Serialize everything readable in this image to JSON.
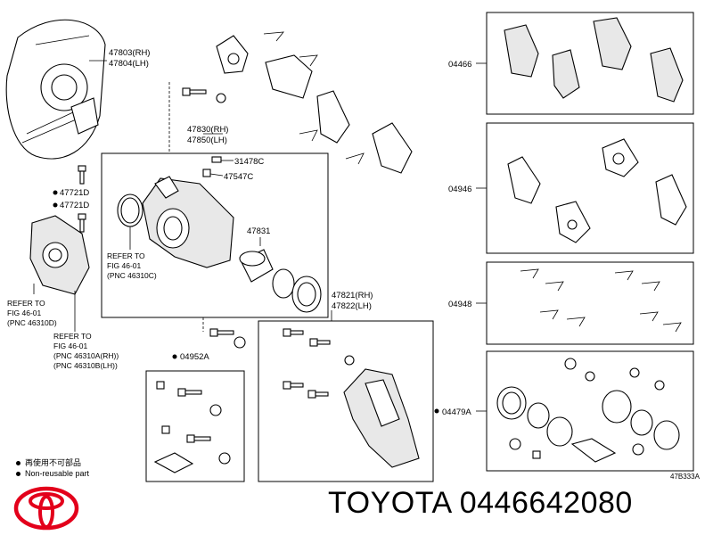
{
  "labels": {
    "shield": [
      "47803(RH)",
      "47804(LH)"
    ],
    "caliper_asm": [
      "47830(RH)",
      "47850(LH)"
    ],
    "bleeder": "31478C",
    "bleeder_cap": "47547C",
    "bolt_d1": "47721D",
    "bolt_d2": "47721D",
    "piston": "47831",
    "refer_inner": [
      "REFER TO",
      "FIG 46-01",
      "(PNC 46310C)"
    ],
    "refer_left1": [
      "REFER TO",
      "FIG 46-01",
      "(PNC 46310D)"
    ],
    "refer_left2": [
      "REFER TO",
      "FIG 46-01",
      "(PNC 46310A(RH))",
      "(PNC 46310B(LH))"
    ],
    "mount": [
      "47821(RH)",
      "47822(LH)"
    ],
    "kit_pins": "04952A",
    "kit_pads": "04466",
    "kit_shims": "04946",
    "kit_clips": "04948",
    "kit_seal": "04479A"
  },
  "legend": {
    "line1": "再使用不可部品",
    "line2": "Non-reusable part"
  },
  "code": "47B333A",
  "title": "TOYOTA 0446642080",
  "colors": {
    "logo": "#e3001b",
    "ink": "#000000"
  }
}
